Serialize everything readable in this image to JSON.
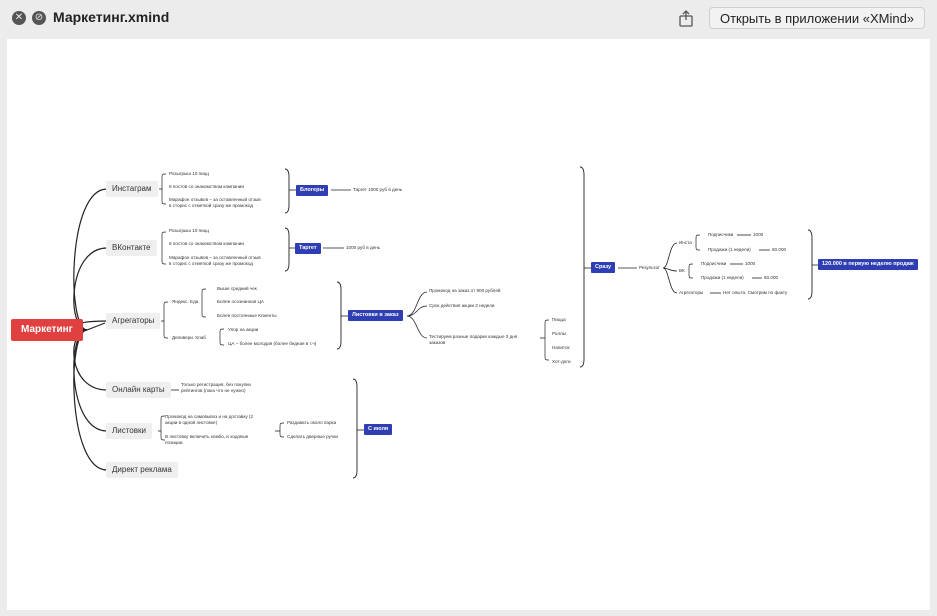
{
  "window": {
    "title": "Маркетинг.xmind",
    "open_button": "Открыть в приложении «XMind»"
  },
  "map": {
    "root": "Маркетинг",
    "branches": [
      "Инстаграм",
      "ВКонтакте",
      "Агрегаторы",
      "Онлайн карты",
      "Листовки",
      "Директ реклама"
    ],
    "instagram": {
      "items": [
        "Розыгрыш 10 пицц",
        "8 постов со знакомством компании",
        "Марафон отзывов – за оставленный отзыв\nв сторис с отметкой сразу же промокод"
      ],
      "summary": "Блогеры",
      "note": "Таргет 1000 руб в день"
    },
    "vk": {
      "items": [
        "Розыгрыш 10 пицц",
        "8 постов со знакомством компании",
        "Марафон отзывов – за оставленный отзыв\nв сторис с отметкой сразу же промокод"
      ],
      "summary": "Таргет",
      "note": "1000 руб в день"
    },
    "aggregators": {
      "yandex": "Яндекс. Еда",
      "yandex_items": [
        "Выше средний чек",
        "Более осознанная ЦА",
        "Более постоянные Клиенты"
      ],
      "delivery": "Деливери. Клаб",
      "delivery_items": [
        "Упор на акции",
        "ЦА – более молодая (более бедная в т.ч)"
      ],
      "summary": "Листовки в заказ"
    },
    "leaflets_in_order": {
      "items": [
        "Промокод на заказ от 900 рублей",
        "Срок действия акции 2 недели",
        "Тестируем разные подарки каждые 3 дня\nзаказов"
      ],
      "gifts": [
        "Пицца",
        "Роллы",
        "Напиток",
        "Хот-доги"
      ]
    },
    "online_maps": {
      "note": "Только регистрация, без покупки\nрейтингов (пока что не нужно)"
    },
    "leaflets": {
      "items": [
        "Промокод на самовывоз и на доставку (2\nакции в одной листовке)",
        "В листовку включить комбо, и ходовые\nпозиции."
      ],
      "actions": [
        "Раздавать около парка",
        "Сделать дверные ручки"
      ],
      "summary": "С июля"
    },
    "right": {
      "summary": "Сразу",
      "result": "Результат",
      "insta": "Инста",
      "insta_items": [
        [
          "Подписчики",
          "1000"
        ],
        [
          "Продажи (1 недели)",
          "60.000"
        ]
      ],
      "vk": "ВК",
      "vk_items": [
        [
          "Подписчики",
          "1000"
        ],
        [
          "Продажи (1 недели)",
          "60.000"
        ]
      ],
      "aggregators": "Агрегаторы",
      "aggregators_note": "Нет опыта. Смотрим по факту",
      "final": "120.000 в первую неделю продаж"
    }
  }
}
